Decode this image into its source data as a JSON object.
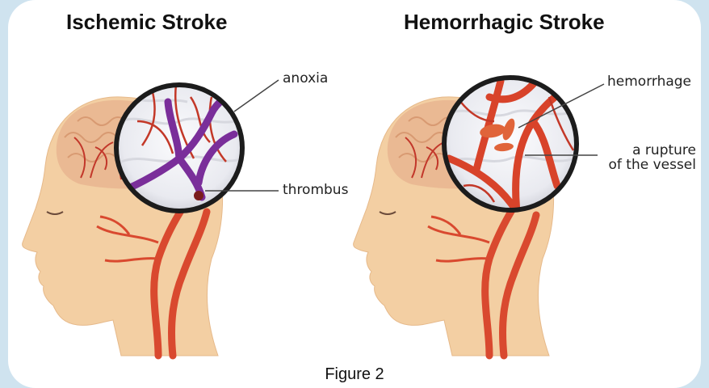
{
  "titles": {
    "left": "Ischemic Stroke",
    "right": "Hemorrhagic Stroke"
  },
  "labels": {
    "anoxia": "anoxia",
    "thrombus": "thrombus",
    "hemorrhage": "hemorrhage",
    "rupture_line1": "a rupture",
    "rupture_line2": "of the vessel"
  },
  "caption": "Figure 2",
  "colors": {
    "background": "#cfe3ef",
    "skin": "#f3cfa3",
    "brain": "#e8b590",
    "artery": "#d9492f",
    "ischemic_vessel": "#7a2e9a",
    "hemorrhage_vessel": "#d8432a",
    "lens_border": "#1c1c1c"
  }
}
